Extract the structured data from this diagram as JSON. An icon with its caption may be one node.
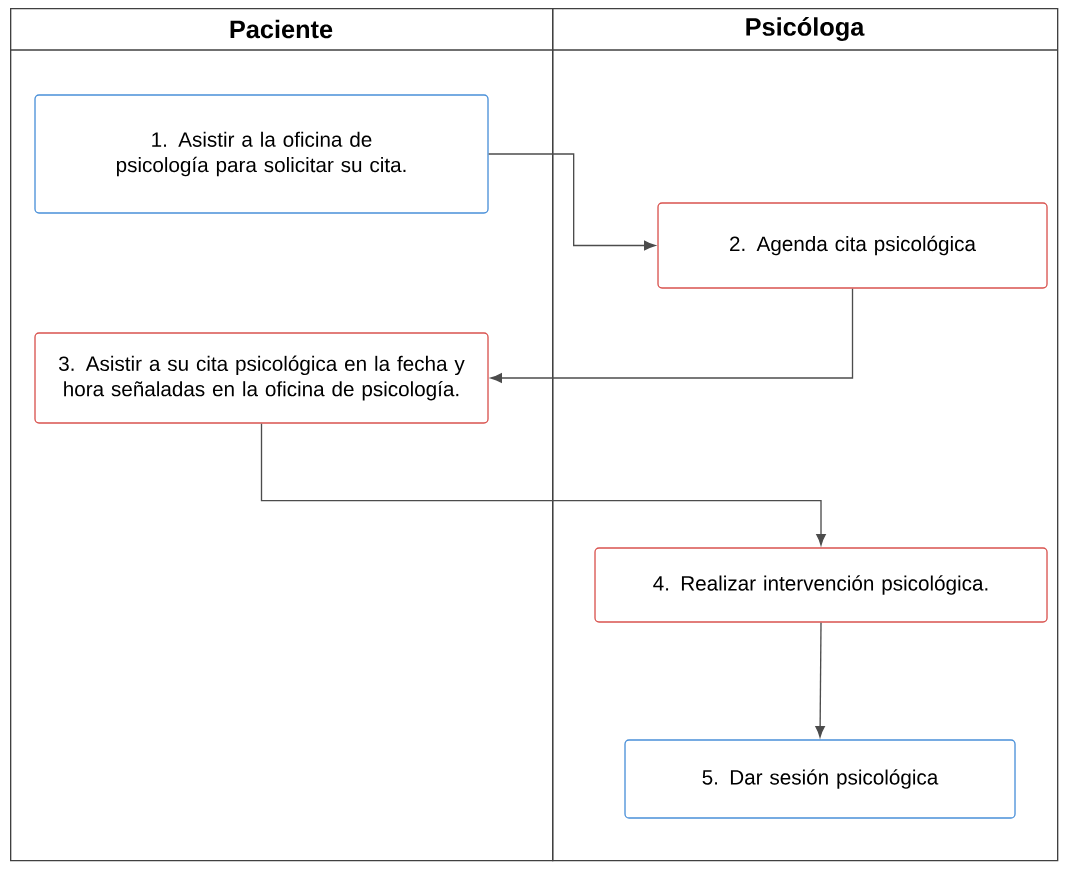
{
  "diagram": {
    "nodes": [
      {
        "text": [
          "Paciente"
        ]
      },
      {
        "text": [
          "Psicóloga"
        ]
      },
      {
        "text": [
          "1. Asistir a la oficina de psicología para solicitar su cita."
        ],
        "in": 0
      },
      {
        "text": [
          "2. Agenda cita psicológica"
        ],
        "in": 1
      },
      {
        "text": [
          "3. Asistir a su cita psicológica en la fecha y hora señaladas en la oficina de psicología."
        ],
        "in": 0
      },
      {
        "text": [
          "4. Realizar intervención psicológica."
        ],
        "in": 1
      },
      {
        "text": [
          "5. Dar sesión psicológica"
        ],
        "in": 1
      }
    ],
    "edges": [
      {
        "from": 2,
        "to": 3,
        "arrow": "to"
      },
      {
        "from": 3,
        "to": 4,
        "arrow": "to"
      },
      {
        "from": 4,
        "to": 5,
        "arrow": "to"
      },
      {
        "from": 5,
        "to": 6,
        "arrow": "to"
      }
    ]
  }
}
